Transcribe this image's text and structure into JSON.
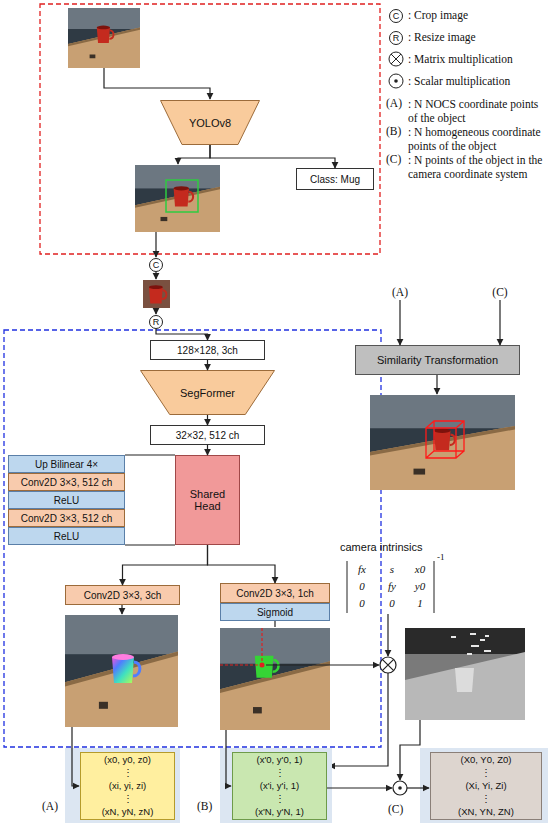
{
  "diagram": {
    "nodes": [
      {
        "text": [
          "YOLOv8"
        ]
      },
      {
        "text": [
          "Class: Mug"
        ]
      },
      {
        "text": [
          "C"
        ]
      },
      {
        "text": [
          "R"
        ]
      },
      {
        "text": [
          "128×128, 3ch"
        ]
      },
      {
        "text": [
          "SegFormer"
        ]
      },
      {
        "text": [
          "32×32, 512 ch"
        ]
      },
      {
        "text": [
          "Up Bilinear 4×"
        ]
      },
      {
        "text": [
          "Conv2D 3×3, 512 ch"
        ]
      },
      {
        "text": [
          "ReLU"
        ]
      },
      {
        "text": [
          "Conv2D 3×3, 512 ch"
        ]
      },
      {
        "text": [
          "ReLU"
        ]
      },
      {
        "text": [
          "Shared Head"
        ]
      },
      {
        "text": [
          "Conv2D 3×3, 3ch"
        ]
      },
      {
        "text": [
          "Conv2D 3×3, 1ch"
        ]
      },
      {
        "text": [
          "Sigmoid"
        ]
      },
      {
        "text": [
          "(A)"
        ]
      },
      {
        "text": [
          "(C)"
        ]
      },
      {
        "text": [
          "Similarity Transformation"
        ]
      },
      {
        "text": [
          "(x0, y0, z0)",
          "⋮",
          "(xi, yi, zi)",
          "⋮",
          "(xN, yN, zN)"
        ]
      },
      {
        "text": [
          "(x'0, y'0, 1)",
          "⋮",
          "(x'i, y'i, 1)",
          "⋮",
          "(x'N, y'N, 1)"
        ]
      },
      {
        "text": [
          "(X0, Y0, Z0)",
          "⋮",
          "(Xi, Yi, Zi)",
          "⋮",
          "(XN, YN, ZN)"
        ]
      }
    ],
    "edges": [
      {
        "from": 0,
        "to": 1,
        "arrow": "to"
      },
      {
        "from": 3,
        "to": 4,
        "arrow": "to"
      },
      {
        "from": 4,
        "to": 5,
        "arrow": "to"
      },
      {
        "from": 5,
        "to": 6,
        "arrow": "to"
      },
      {
        "from": 6,
        "to": 12,
        "arrow": "to"
      },
      {
        "from": 12,
        "to": 13,
        "arrow": "to"
      },
      {
        "from": 12,
        "to": 14,
        "arrow": "to"
      },
      {
        "from": 7,
        "to": 12,
        "arrow": "none"
      },
      {
        "from": 11,
        "to": 12,
        "arrow": "none"
      },
      {
        "from": 16,
        "to": 18,
        "arrow": "to"
      },
      {
        "from": 17,
        "to": 18,
        "arrow": "to"
      }
    ],
    "labels": [
      "camera intrinsics",
      "fx",
      "s",
      "x0",
      "0",
      "fy",
      "y0",
      "0",
      "0",
      "1",
      "-1",
      "(A)",
      "(B)",
      "(C)",
      "C",
      "R",
      "(A)",
      "(B)",
      "(C)"
    ],
    "legend": [
      {
        "text": ": Crop image"
      },
      {
        "text": ": Resize image"
      },
      {
        "text": ": Matrix multiplication"
      },
      {
        "text": ": Scalar multiplication"
      },
      {
        "text": ": N NOCS coordinate points of the object"
      },
      {
        "text": ": N homogeneous coordinate points of the object"
      },
      {
        "text": ": N points of the object in the camera coordinate system"
      }
    ]
  }
}
